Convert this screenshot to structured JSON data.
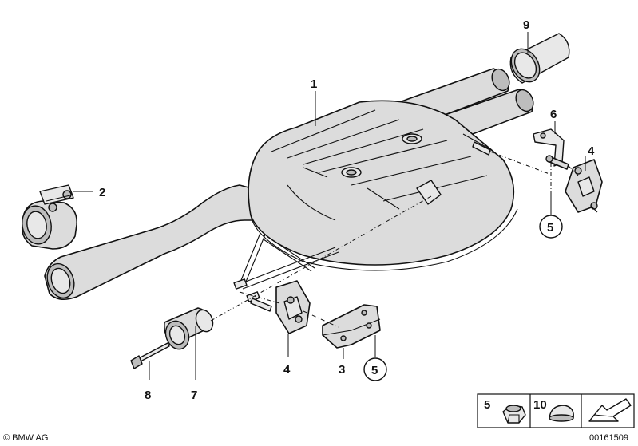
{
  "callouts": {
    "c1": "1",
    "c2": "2",
    "c3": "3",
    "c4a": "4",
    "c4b": "4",
    "c5a": "5",
    "c5b": "5",
    "c6": "6",
    "c7": "7",
    "c8": "8",
    "c9": "9"
  },
  "legend": {
    "item5": "5",
    "item10": "10"
  },
  "footer": {
    "copyright": "© BMW AG",
    "drawing_number": "00161509"
  }
}
